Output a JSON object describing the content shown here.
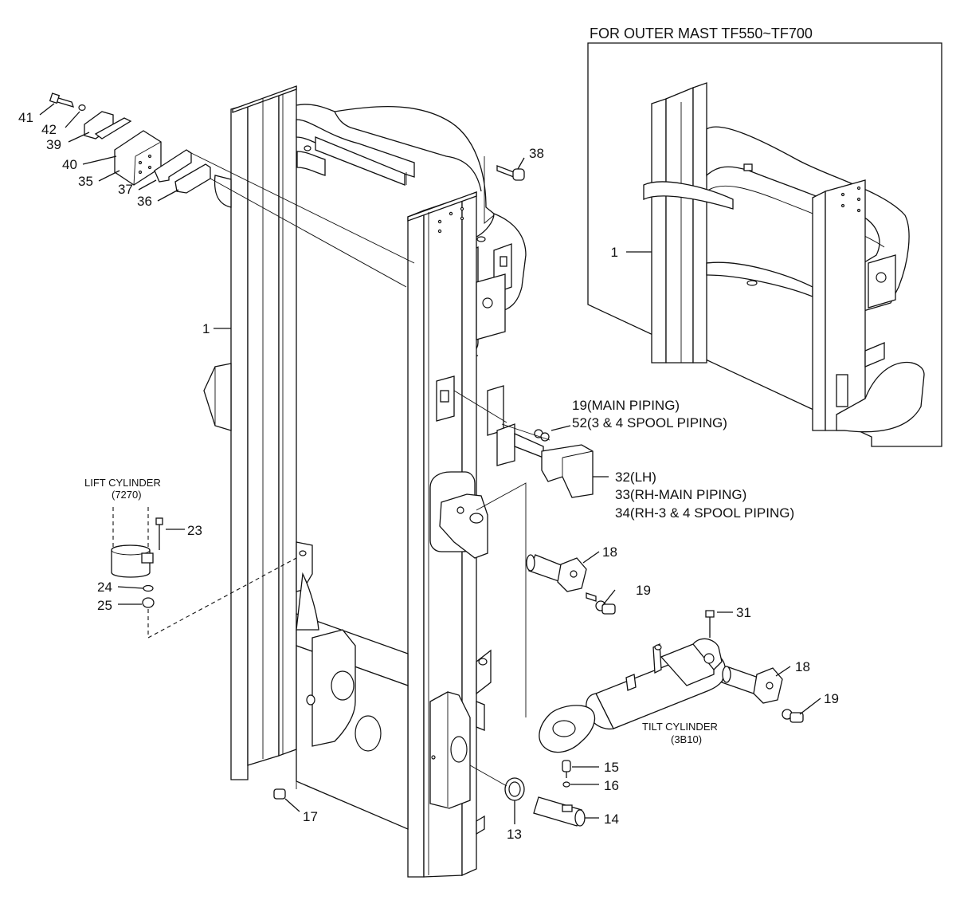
{
  "inset": {
    "title": "FOR OUTER MAST TF550~TF700",
    "callout_1": "1"
  },
  "main": {
    "callouts": {
      "c1": "1",
      "c13": "13",
      "c14": "14",
      "c15": "15",
      "c16": "16",
      "c17": "17",
      "c18a": "18",
      "c18b": "18",
      "c19a": "19",
      "c19b": "19",
      "c23": "23",
      "c24": "24",
      "c25": "25",
      "c31": "31",
      "c35": "35",
      "c36": "36",
      "c37": "37",
      "c38": "38",
      "c39": "39",
      "c40": "40",
      "c41": "41",
      "c42": "42"
    },
    "piping": {
      "line1": "19(MAIN PIPING)",
      "line2": "52(3 & 4 SPOOL PIPING)"
    },
    "shield": {
      "line1": "32(LH)",
      "line2": "33(RH-MAIN PIPING)",
      "line3": "34(RH-3 & 4 SPOOL PIPING)"
    },
    "lift_cylinder": {
      "label": "LIFT CYLINDER",
      "code": "(7270)"
    },
    "tilt_cylinder": {
      "label": "TILT CYLINDER",
      "code": "(3B10)"
    }
  }
}
